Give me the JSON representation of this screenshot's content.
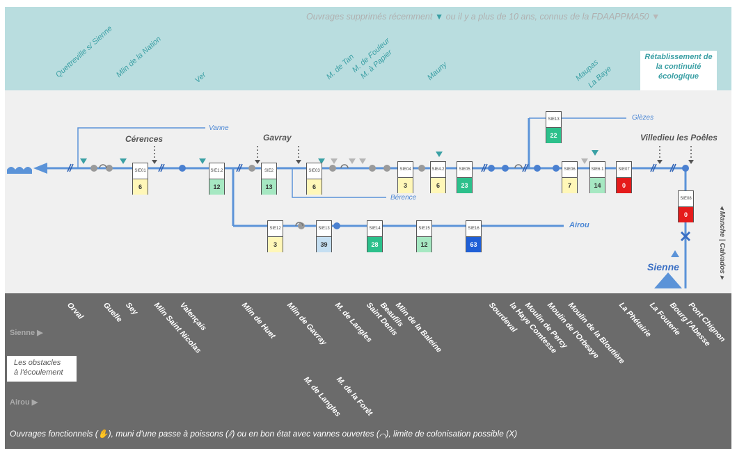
{
  "header": {
    "text": "Ouvrages supprimés récemment",
    "text2": "ou il y a plus de 10 ans, connus de la FDAAPPMA50"
  },
  "legend_box": {
    "line1": "Rétablissement de",
    "line2": "la continuité",
    "line3": "écologique"
  },
  "top_labels": [
    "Quettreville s/ Sienne",
    "Mlin de la Nation",
    "Ver",
    "M. de Tan",
    "M. de Fouleur",
    "M. à Papier",
    "Mauny",
    "Maupas",
    "La Baye"
  ],
  "cities": {
    "cerences": "Cérences",
    "gavray": "Gavray",
    "villedieu": "Villedieu les Poêles"
  },
  "rivers": {
    "vanne": "Vanne",
    "berence": "Bérence",
    "glezes": "Glèzes",
    "airou": "Airou",
    "sienne": "Sienne"
  },
  "stations": [
    {
      "code": "SIE01",
      "value": "6",
      "color": "#fff7b8"
    },
    {
      "code": "SIE1.2",
      "value": "12",
      "color": "#a6e8c2"
    },
    {
      "code": "SIE2",
      "value": "13",
      "color": "#a6e8c2"
    },
    {
      "code": "SIE03",
      "value": "6",
      "color": "#fff7b8"
    },
    {
      "code": "SIE04",
      "value": "3",
      "color": "#fff7b8"
    },
    {
      "code": "SIE4.2",
      "value": "6",
      "color": "#fff7b8"
    },
    {
      "code": "SIE05",
      "value": "23",
      "color": "#2cc08b"
    },
    {
      "code": "SIE13",
      "value": "22",
      "color": "#2cc08b"
    },
    {
      "code": "SIE06",
      "value": "7",
      "color": "#fff7b8"
    },
    {
      "code": "SIE6.1",
      "value": "14",
      "color": "#a6e8c2"
    },
    {
      "code": "SIE07",
      "value": "0",
      "color": "#e51b1b"
    },
    {
      "code": "SIE08",
      "value": "0",
      "color": "#e51b1b"
    },
    {
      "code": "SIE12",
      "value": "3",
      "color": "#fff7b8"
    },
    {
      "code": "SIE13",
      "value": "39",
      "color": "#c5dff2"
    },
    {
      "code": "SIE14",
      "value": "28",
      "color": "#2cc08b"
    },
    {
      "code": "SIE15",
      "value": "12",
      "color": "#a6e8c2"
    },
    {
      "code": "SIE16",
      "value": "63",
      "color": "#1f5fd6"
    }
  ],
  "sienne_obstacles": [
    "Orval",
    "Guelle",
    "Sey",
    "Mlin Saint Nicolas",
    "Valençais",
    "Mlin de Huet",
    "Mlin de Gavray",
    "M. de Langles",
    "Saint Denis",
    "Beaufils",
    "Mlin de la Baleine",
    "Sourdeval",
    "la Haye Comtesse",
    "Moulin de Percy",
    "Moulin de l'Orbeaye",
    "Moulin de la Bloutière",
    "La Phétairie",
    "La Fouterie",
    "Bourg l'Abesse",
    "Pont Chignon"
  ],
  "airou_obstacles": [
    "M. de Langles",
    "M. de la Forêt"
  ],
  "rows": {
    "sienne": "Sienne ▶",
    "airou": "Airou ▶"
  },
  "obstacles_box": {
    "line1": "Les obstacles",
    "line2": "à l'écoulement"
  },
  "side_label": "◂ Manche | Calvados ▸",
  "footer": "Ouvrages fonctionnels (✋), muni d'une passe à poissons (⫽) ou en bon état avec vannes ouvertes (⌒), limite de colonisation possible (X)"
}
